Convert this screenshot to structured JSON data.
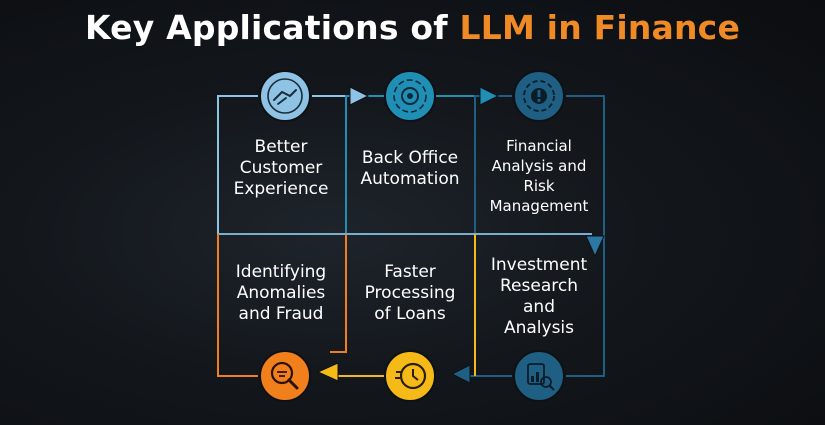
{
  "title": {
    "prefix": "Key Applications of",
    "highlight": "LLM in Finance"
  },
  "colors": {
    "blue_light": "#8fc3e6",
    "teal": "#1f8fb5",
    "navy": "#1f5f84",
    "yellow": "#f5b918",
    "orange": "#f07f1c",
    "highlight": "#f08a24"
  },
  "steps": [
    {
      "label": "Better\nCustomer\nExperience",
      "icon": "handshake-icon"
    },
    {
      "label": "Back Office\nAutomation",
      "icon": "gear-cycle-icon"
    },
    {
      "label": "Financial\nAnalysis and\nRisk\nManagement",
      "icon": "risk-gear-icon"
    },
    {
      "label": "Investment\nResearch\nand\nAnalysis",
      "icon": "research-chart-icon"
    },
    {
      "label": "Faster\nProcessing\nof Loans",
      "icon": "fast-clock-icon"
    },
    {
      "label": "Identifying\nAnomalies\nand Fraud",
      "icon": "fraud-search-icon"
    }
  ]
}
